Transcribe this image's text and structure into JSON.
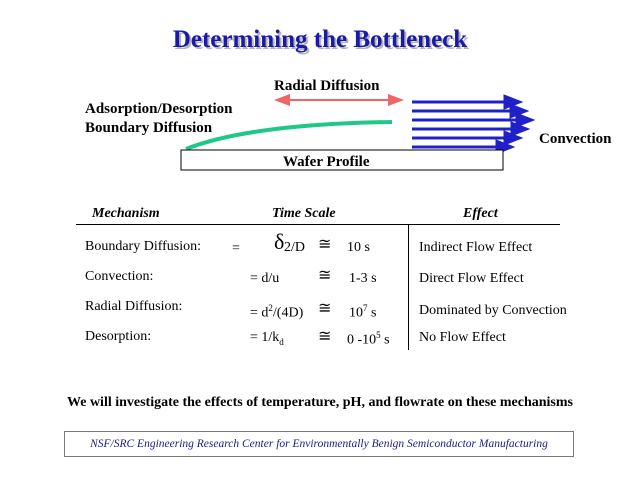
{
  "title": "Determining the Bottleneck",
  "diagram": {
    "radial_label": "Radial Diffusion",
    "adsorption_label": "Adsorption/Desorption",
    "boundary_label": "Boundary Diffusion",
    "convection_label": "Convection",
    "wafer_label": "Wafer Profile",
    "colors": {
      "radial_arrow": "#f06666",
      "convection_arrows": "#2020c8",
      "boundary_curve": "#20c888"
    }
  },
  "table": {
    "headers": {
      "mechanism": "Mechanism",
      "time_scale": "Time Scale",
      "effect": "Effect"
    },
    "rows": [
      {
        "mechanism": "Boundary Diffusion:",
        "eq": "=",
        "delta": "δ",
        "expr": "2/D",
        "approx": "≅",
        "time": "10 s",
        "effect": "Indirect Flow Effect"
      },
      {
        "mechanism": "Convection:",
        "eq": "= d/u",
        "approx": "≅",
        "time": "1-3 s",
        "effect": "Direct Flow Effect"
      },
      {
        "mechanism": "Radial Diffusion:",
        "eq": "= d",
        "eq_sup": "2",
        "eq_tail": "/(4D)",
        "approx": "≅",
        "time": "10",
        "time_sup": "7",
        "time_tail": " s",
        "effect": "Dominated by Convection"
      },
      {
        "mechanism": "Desorption:",
        "eq": "= 1/k",
        "eq_sub": "d",
        "approx": "≅",
        "time": "0 -10",
        "time_sup": "5",
        "time_tail": " s",
        "effect": "No Flow Effect"
      }
    ]
  },
  "conclusion": "We will investigate the effects of temperature, pH, and flowrate on these mechanisms",
  "footer": "NSF/SRC Engineering Research Center for Environmentally Benign Semiconductor Manufacturing"
}
